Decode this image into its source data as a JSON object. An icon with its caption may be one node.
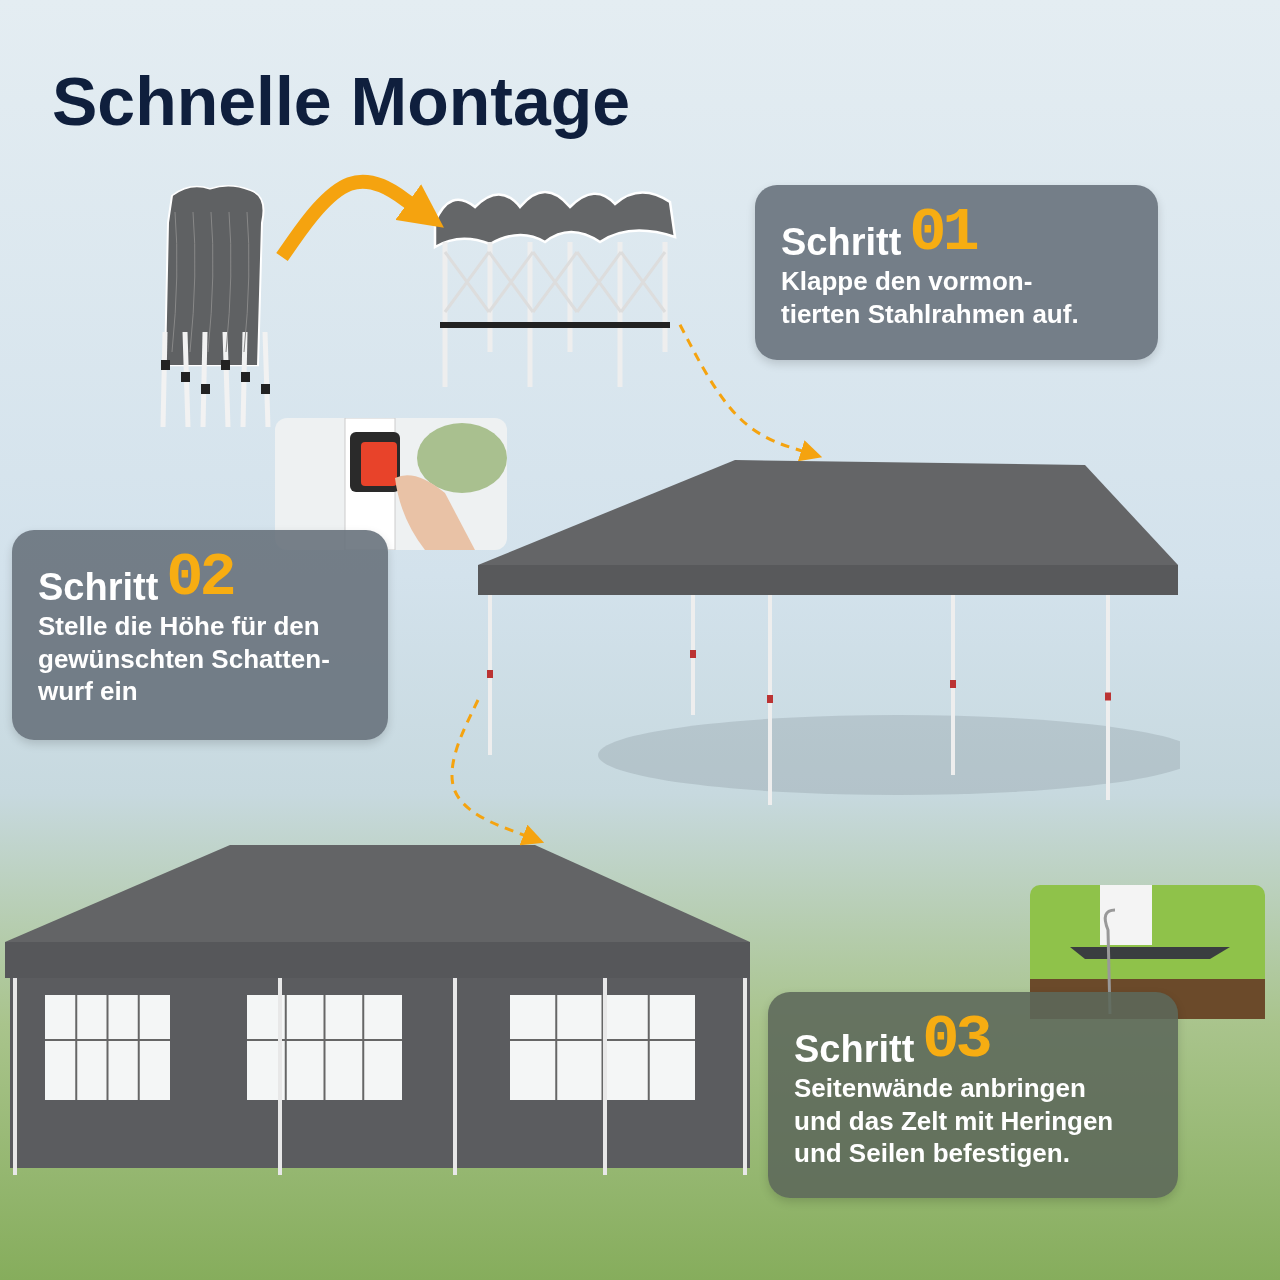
{
  "diagram": {
    "title": "Schnelle Montage",
    "nodes": [
      {
        "text": [],
        "shape": "picture"
      },
      {
        "text": [],
        "shape": "picture"
      },
      {
        "text": [
          "Schritt",
          "01",
          "Klappe den vormon- tierten Stahlrahmen auf."
        ]
      },
      {
        "text": [],
        "shape": "picture"
      },
      {
        "text": [
          "Schritt",
          "02",
          "Stelle die Höhe für den gewünschten Schatten- wurf ein"
        ]
      },
      {
        "text": [],
        "shape": "picture"
      },
      {
        "text": [],
        "shape": "picture"
      },
      {
        "text": [],
        "shape": "picture"
      },
      {
        "text": [
          "Schritt",
          "03",
          "Seitenwände anbringen und das Zelt mit Heringen und Seilen befestigen."
        ]
      }
    ],
    "edges": [
      {
        "from": 0,
        "to": 1,
        "arrow": "to",
        "style": "thick"
      },
      {
        "from": 1,
        "to": 5,
        "arrow": "to",
        "style": "dashed"
      },
      {
        "from": 5,
        "to": 6,
        "arrow": "to",
        "style": "dashed"
      }
    ]
  }
}
